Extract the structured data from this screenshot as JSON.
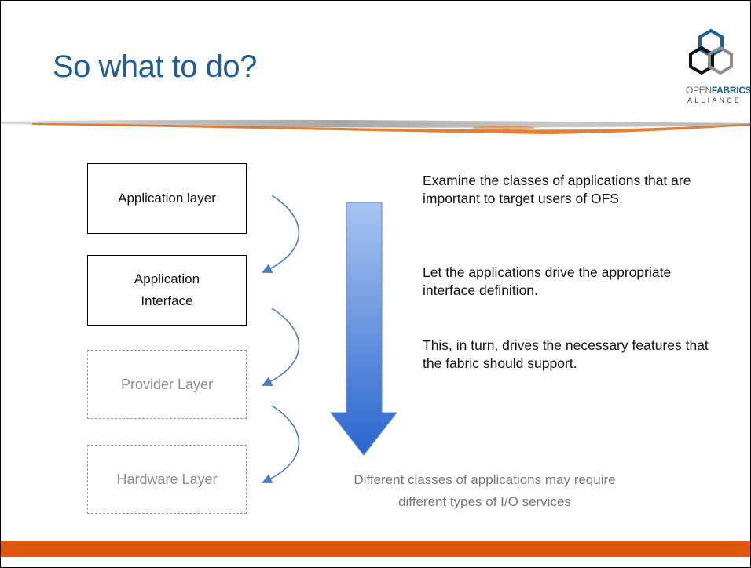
{
  "slide": {
    "title": "So what to do?"
  },
  "logo": {
    "word_open": "OPEN",
    "word_fabrics": "FABRICS",
    "word_alliance": "ALLIANCE",
    "icon": "hexagon-cluster-logo-icon"
  },
  "stack": {
    "layers": [
      {
        "label": "Application layer",
        "style": "solid"
      },
      {
        "label_line1": "Application",
        "label_line2": "Interface",
        "style": "solid"
      },
      {
        "label": "Provider Layer",
        "style": "dashed"
      },
      {
        "label": "Hardware Layer",
        "style": "dashed"
      }
    ],
    "connector_icon": "curved-arrow-icon"
  },
  "flow_arrow": {
    "icon": "down-arrow-icon",
    "gradient_top": "#a8c4f0",
    "gradient_bottom": "#2a66d0"
  },
  "body": {
    "paragraphs": [
      "Examine the classes of applications that are important to target users of OFS.",
      "Let the applications drive the appropriate interface definition.",
      "This, in turn, drives the necessary features that the fabric should support."
    ],
    "caption_line1": "Different classes of applications may require",
    "caption_line2": "different types of I/O services"
  },
  "colors": {
    "title": "#1f5f96",
    "accent_orange": "#e0570d",
    "dashed_text": "#8e8e8e"
  }
}
